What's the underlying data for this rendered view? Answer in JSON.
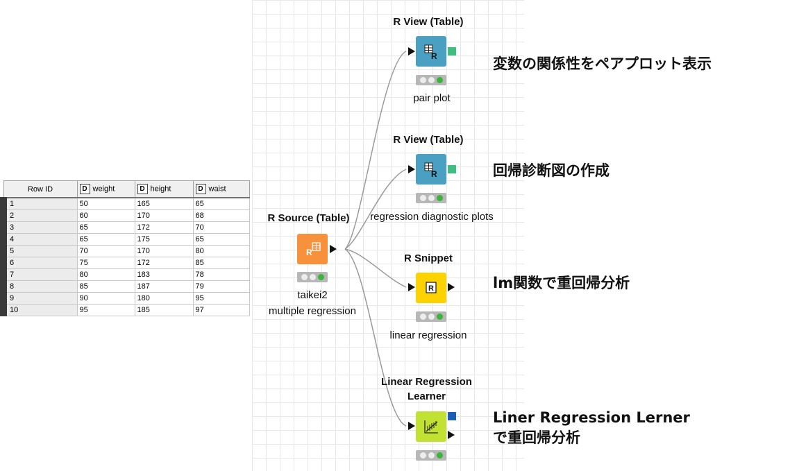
{
  "table": {
    "headers": {
      "row_id": "Row ID",
      "type_badge": "D",
      "cols": [
        "weight",
        "height",
        "waist"
      ]
    },
    "rows": [
      [
        "1",
        "50",
        "165",
        "65"
      ],
      [
        "2",
        "60",
        "170",
        "68"
      ],
      [
        "3",
        "65",
        "172",
        "70"
      ],
      [
        "4",
        "65",
        "175",
        "65"
      ],
      [
        "5",
        "70",
        "170",
        "80"
      ],
      [
        "6",
        "75",
        "172",
        "85"
      ],
      [
        "7",
        "80",
        "183",
        "78"
      ],
      [
        "8",
        "85",
        "187",
        "79"
      ],
      [
        "9",
        "90",
        "180",
        "95"
      ],
      [
        "10",
        "95",
        "185",
        "97"
      ]
    ]
  },
  "nodes": {
    "source": {
      "title": "R Source (Table)",
      "label_line1": "taikei2",
      "label_line2": "multiple regression",
      "color": "#f7913b",
      "icon": "r-table-icon"
    },
    "view1": {
      "title": "R View (Table)",
      "label": "pair plot",
      "color": "#4aa0c3",
      "icon": "r-view-icon"
    },
    "view2": {
      "title": "R View (Table)",
      "label": "regression diagnostic plots",
      "color": "#4aa0c3",
      "icon": "r-view-icon"
    },
    "snippet": {
      "title": "R Snippet",
      "label": "linear regression",
      "color": "#fcd200",
      "icon": "r-snippet-icon"
    },
    "learner": {
      "title_line1": "Linear Regression",
      "title_line2": "Learner",
      "color": "#c2e233",
      "icon": "regression-chart-icon"
    }
  },
  "annotations": {
    "view1": "変数の関係性をペアプロット表示",
    "view2": "回帰診断図の作成",
    "snippet": "lm関数で重回帰分析",
    "learner_line1": "Liner Regression Lerner",
    "learner_line2": "で重回帰分析"
  },
  "colors": {
    "image_port": "#3fbf7f",
    "model_port": "#1a5fb4",
    "status_green": "#3cb43c",
    "arrow_gray": "#888888"
  }
}
